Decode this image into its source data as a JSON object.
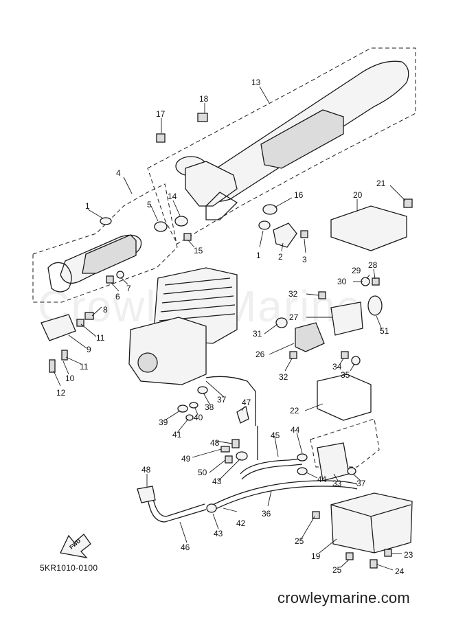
{
  "watermark": "Crowley Marine",
  "doc_code": "5KR1010-0100",
  "site": "crowleymarine.com",
  "fwd_label": "FWD",
  "callouts": {
    "c1a": "1",
    "c1b": "1",
    "c2": "2",
    "c3": "3",
    "c4": "4",
    "c5": "5",
    "c6": "6",
    "c7": "7",
    "c8": "8",
    "c9": "9",
    "c10": "10",
    "c11a": "11",
    "c11b": "11",
    "c12": "12",
    "c13": "13",
    "c14": "14",
    "c15": "15",
    "c16": "16",
    "c17": "17",
    "c18": "18",
    "c19": "19",
    "c20": "20",
    "c21": "21",
    "c22": "22",
    "c23": "23",
    "c24": "24",
    "c25a": "25",
    "c25b": "25",
    "c26": "26",
    "c27": "27",
    "c28": "28",
    "c29": "29",
    "c30": "30",
    "c31": "31",
    "c32a": "32",
    "c32b": "32",
    "c33": "33",
    "c34": "34",
    "c35": "35",
    "c36": "36",
    "c37a": "37",
    "c37b": "37",
    "c38": "38",
    "c39": "39",
    "c40": "40",
    "c41": "41",
    "c42": "42",
    "c43a": "43",
    "c43b": "43",
    "c44a": "44",
    "c44b": "44",
    "c45": "45",
    "c46": "46",
    "c47": "47",
    "c48a": "48",
    "c48b": "48",
    "c49": "49",
    "c50": "50",
    "c51": "51"
  }
}
